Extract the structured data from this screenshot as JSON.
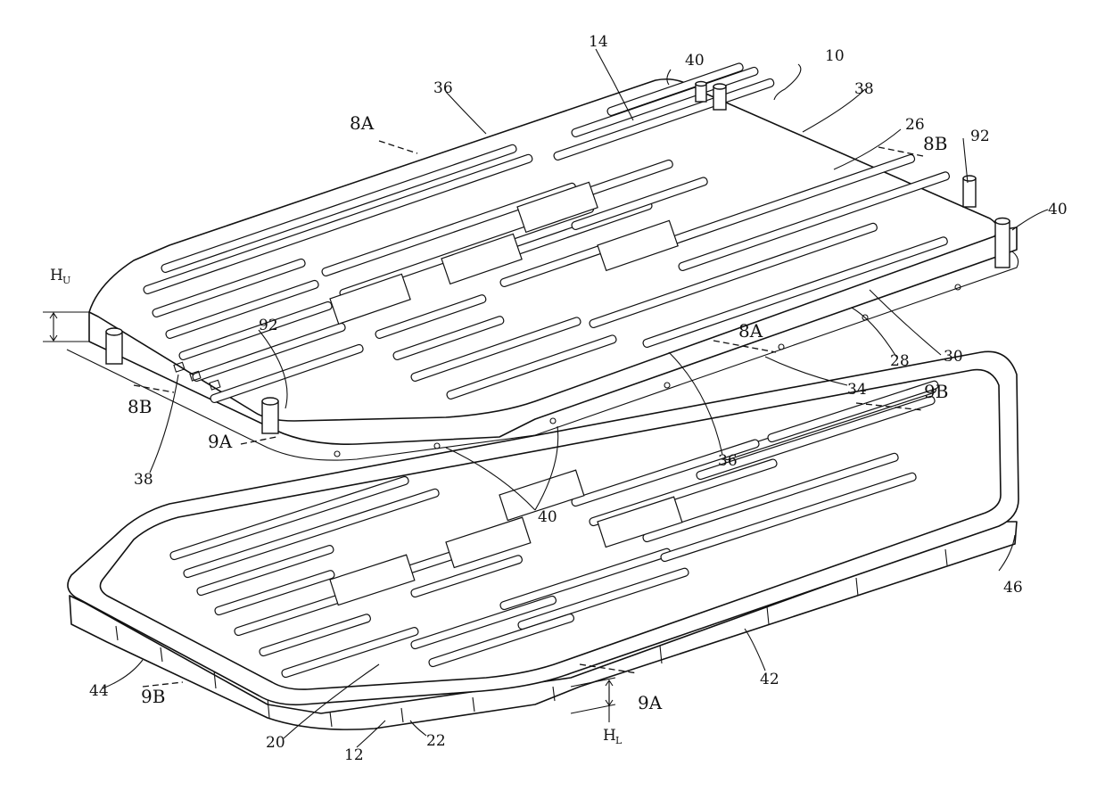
{
  "figure": {
    "ref_assembly": "10",
    "ref_lower": "12",
    "ref_upper": "14",
    "ref_20": "20",
    "ref_22": "22",
    "ref_26": "26",
    "ref_28": "28",
    "ref_30": "30",
    "ref_34": "34",
    "ref_36_top": "36",
    "ref_36_mid": "36",
    "ref_38_top": "38",
    "ref_38_left": "38",
    "ref_40_top": "40",
    "ref_40_right": "40",
    "ref_40_center": "40",
    "ref_42": "42",
    "ref_44": "44",
    "ref_46": "46",
    "ref_92_right": "92",
    "ref_92_left": "92",
    "sec_8A_top": "8A",
    "sec_8A_mid": "8A",
    "sec_8B_right": "8B",
    "sec_8B_left": "8B",
    "sec_9A_left": "9A",
    "sec_9A_right": "9A",
    "sec_9B_right": "9B",
    "sec_9B_left": "9B",
    "hu_base": "H",
    "hu_sub": "U",
    "hl_base": "H",
    "hl_sub": "L"
  }
}
